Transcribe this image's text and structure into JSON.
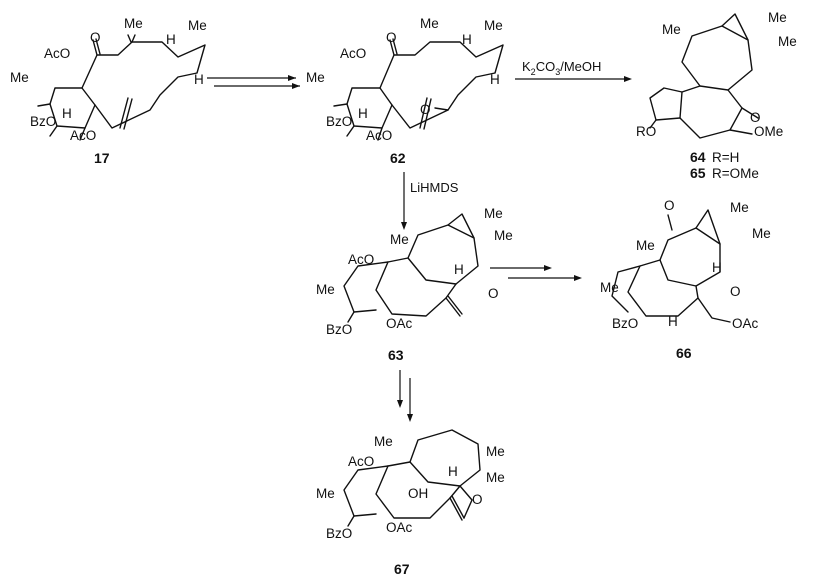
{
  "compounds": {
    "c17": {
      "number": "17",
      "labels": {
        "aco": "AcO",
        "me": "Me",
        "h1": "H",
        "bzo": "BzO",
        "aco2": "AcO",
        "o": "O",
        "me2": "Me",
        "h2": "H",
        "me3": "Me",
        "h3": "H"
      }
    },
    "c62": {
      "number": "62",
      "labels": {
        "aco": "AcO",
        "me": "Me",
        "h1": "H",
        "bzo": "BzO",
        "aco2": "AcO",
        "o": "O",
        "me2": "Me",
        "h2": "H",
        "me3": "Me",
        "h3": "H",
        "o2": "O"
      }
    },
    "c64": {
      "number": "64",
      "suffix": "R=H"
    },
    "c65": {
      "number": "65",
      "suffix": "R=OMe"
    },
    "c6465": {
      "labels": {
        "me": "Me",
        "me2": "Me",
        "me3": "Me",
        "o": "O",
        "ome": "OMe",
        "ro": "RO"
      }
    },
    "c63": {
      "number": "63",
      "labels": {
        "me": "Me",
        "me2": "Me",
        "me3": "Me",
        "aco": "AcO",
        "me4": "Me",
        "h": "H",
        "o": "O",
        "bzo": "BzO",
        "oac": "OAc"
      }
    },
    "c66": {
      "number": "66",
      "labels": {
        "me": "Me",
        "me2": "Me",
        "me3": "Me",
        "o": "O",
        "h": "H",
        "me4": "Me",
        "o2": "O",
        "bzo": "BzO",
        "h2": "H",
        "oac": "OAc"
      }
    },
    "c67": {
      "number": "67",
      "labels": {
        "me": "Me",
        "me2": "Me",
        "me3": "Me",
        "aco": "AcO",
        "h": "H",
        "me4": "Me",
        "oh": "OH",
        "o": "O",
        "bzo": "BzO",
        "oac": "OAc"
      }
    }
  },
  "reagents": {
    "k2co3": {
      "k": "K",
      "k_sub": "2",
      "co": "CO",
      "co_sub": "3",
      "rest": "/MeOH"
    },
    "lihmds": "LiHMDS"
  }
}
